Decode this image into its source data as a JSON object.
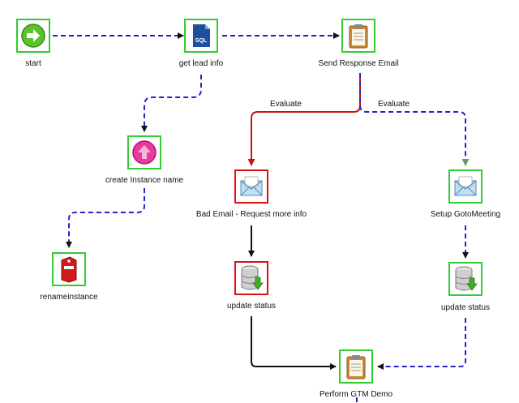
{
  "nodes": {
    "start": {
      "label": "start",
      "icon": "green-arrow-icon"
    },
    "get_lead_info": {
      "label": "get lead info",
      "icon": "sql-database-icon"
    },
    "send_response_email": {
      "label": "Send Response Email",
      "icon": "clipboard-icon"
    },
    "create_instance_name": {
      "label": "create Instance name",
      "icon": "pink-up-arrow-icon"
    },
    "renameinstance": {
      "label": "renameinstance",
      "icon": "red-tag-icon"
    },
    "bad_email": {
      "label": "Bad Email - Request more info",
      "icon": "envelope-icon",
      "status": "error"
    },
    "setup_gotomeeting": {
      "label": "Setup GotoMeeting",
      "icon": "envelope-icon"
    },
    "update_status_left": {
      "label": "update status",
      "icon": "database-download-icon",
      "status": "error"
    },
    "update_status_right": {
      "label": "update status",
      "icon": "database-download-icon"
    },
    "perform_gtm_demo": {
      "label": "Perform GTM Demo",
      "icon": "clipboard-icon"
    }
  },
  "edge_labels": {
    "evaluate_left": "Evaluate",
    "evaluate_right": "Evaluate"
  },
  "colors": {
    "success_border": "#33cc33",
    "error_border": "#dd1111",
    "dashed_edge": "#2222cc",
    "error_edge": "#cc1111",
    "solid_edge": "#111111"
  }
}
